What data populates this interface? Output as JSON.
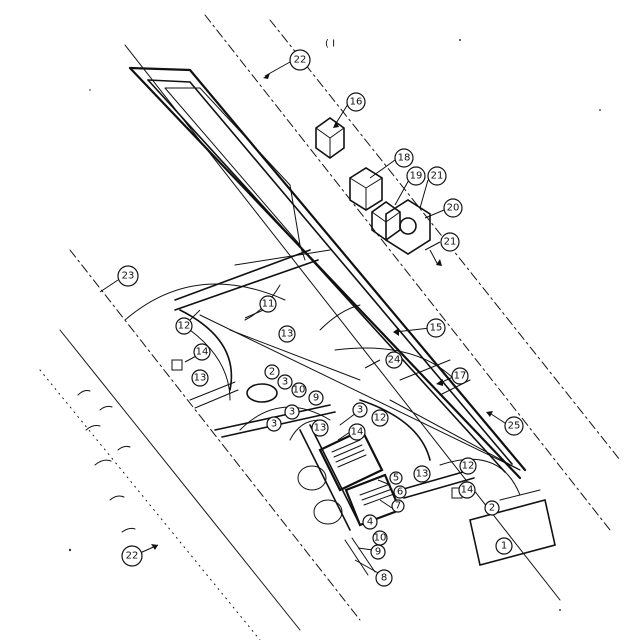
{
  "drawing": {
    "corner_mark": "( I",
    "labels": [
      {
        "id": "label-22-top",
        "text": "22"
      },
      {
        "id": "label-16",
        "text": "16"
      },
      {
        "id": "label-18",
        "text": "18"
      },
      {
        "id": "label-19",
        "text": "19"
      },
      {
        "id": "label-21-upper",
        "text": "21"
      },
      {
        "id": "label-20",
        "text": "20"
      },
      {
        "id": "label-21-lower",
        "text": "21"
      },
      {
        "id": "label-23-left",
        "text": "23"
      },
      {
        "id": "label-12-left",
        "text": "12"
      },
      {
        "id": "label-11",
        "text": "11"
      },
      {
        "id": "label-13-mid",
        "text": "13"
      },
      {
        "id": "label-15",
        "text": "15"
      },
      {
        "id": "label-14-left",
        "text": "14"
      },
      {
        "id": "label-13-left",
        "text": "13"
      },
      {
        "id": "label-2",
        "text": "2"
      },
      {
        "id": "label-3-a",
        "text": "3"
      },
      {
        "id": "label-10",
        "text": "10"
      },
      {
        "id": "label-9",
        "text": "9"
      },
      {
        "id": "label-3-b",
        "text": "3"
      },
      {
        "id": "label-3-c",
        "text": "3"
      },
      {
        "id": "label-3-d",
        "text": "3"
      },
      {
        "id": "label-12-mid",
        "text": "12"
      },
      {
        "id": "label-13-center",
        "text": "13"
      },
      {
        "id": "label-14-center",
        "text": "14"
      },
      {
        "id": "label-24",
        "text": "24"
      },
      {
        "id": "label-17",
        "text": "17"
      },
      {
        "id": "label-25",
        "text": "25"
      },
      {
        "id": "label-12-right",
        "text": "12"
      },
      {
        "id": "label-13-right",
        "text": "13"
      },
      {
        "id": "label-5",
        "text": "5"
      },
      {
        "id": "label-6",
        "text": "6"
      },
      {
        "id": "label-7",
        "text": "7"
      },
      {
        "id": "label-14-right",
        "text": "14"
      },
      {
        "id": "label-4",
        "text": "4"
      },
      {
        "id": "label-10-low",
        "text": "10"
      },
      {
        "id": "label-9-low",
        "text": "9"
      },
      {
        "id": "label-8",
        "text": "8"
      },
      {
        "id": "label-2-right",
        "text": "2"
      },
      {
        "id": "label-1",
        "text": "1"
      },
      {
        "id": "label-22-bottom",
        "text": "22"
      }
    ]
  }
}
